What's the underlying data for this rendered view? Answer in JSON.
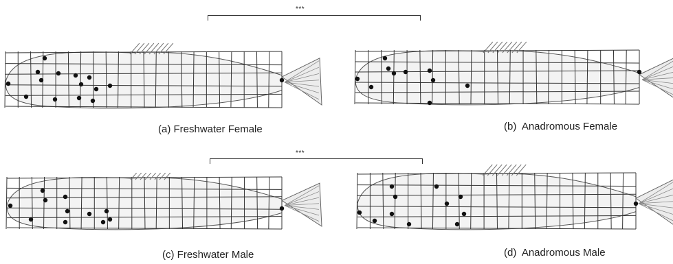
{
  "figure": {
    "panels": [
      {
        "caption": "(a) Freshwater Female"
      },
      {
        "caption": "(b)  Anadromous Female"
      },
      {
        "caption": "(c) Freshwater Male"
      },
      {
        "caption": "(d)  Anadromous Male"
      }
    ],
    "comparisons": [
      {
        "label": "***"
      },
      {
        "label": "***"
      }
    ]
  }
}
